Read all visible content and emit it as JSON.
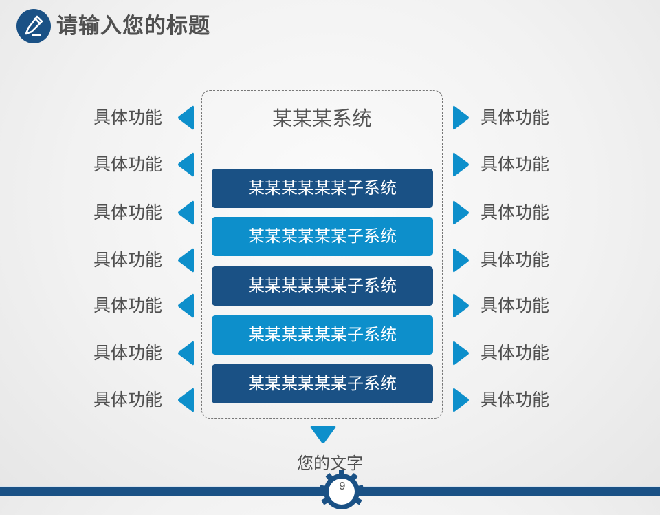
{
  "header": {
    "title": "请输入您的标题",
    "icon": "pencil-icon"
  },
  "system": {
    "title": "某某某系统",
    "subsystems": [
      {
        "label": "某某某某某某子系统",
        "style": "dark"
      },
      {
        "label": "某某某某某某子系统",
        "style": "light"
      },
      {
        "label": "某某某某某某子系统",
        "style": "dark"
      },
      {
        "label": "某某某某某某子系统",
        "style": "light"
      },
      {
        "label": "某某某某某某子系统",
        "style": "dark"
      }
    ]
  },
  "left_features": [
    {
      "label": "具体功能"
    },
    {
      "label": "具体功能"
    },
    {
      "label": "具体功能"
    },
    {
      "label": "具体功能"
    },
    {
      "label": "具体功能"
    },
    {
      "label": "具体功能"
    },
    {
      "label": "具体功能"
    }
  ],
  "right_features": [
    {
      "label": "具体功能"
    },
    {
      "label": "具体功能"
    },
    {
      "label": "具体功能"
    },
    {
      "label": "具体功能"
    },
    {
      "label": "具体功能"
    },
    {
      "label": "具体功能"
    },
    {
      "label": "具体功能"
    }
  ],
  "output": {
    "label": "您的文字"
  },
  "footer": {
    "page_number": "9"
  },
  "colors": {
    "dark_blue": "#1a5185",
    "light_blue": "#0d8fcb",
    "text_gray": "#505050"
  }
}
